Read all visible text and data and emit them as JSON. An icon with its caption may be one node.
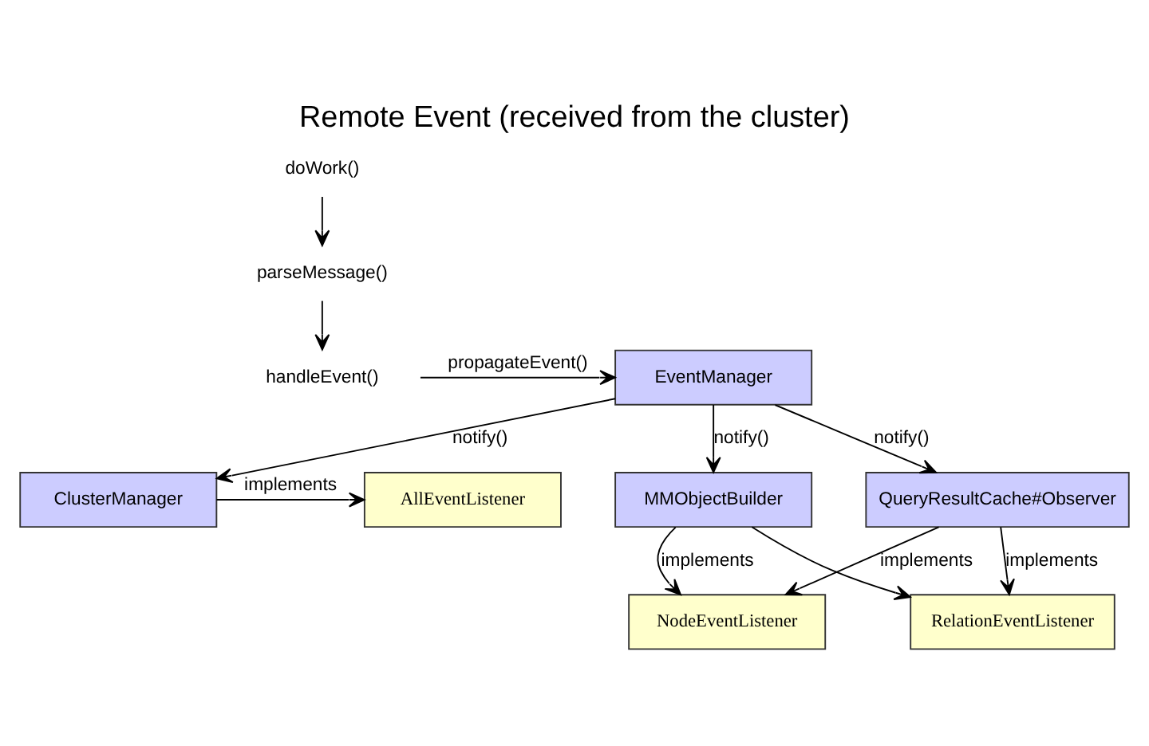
{
  "diagram": {
    "title": "Remote Event (received from the cluster)",
    "nodes": [
      {
        "text": [
          "ClusterManager"
        ]
      },
      {
        "text": [
          "AllEventListener"
        ]
      },
      {
        "text": [
          "doWork()"
        ]
      },
      {
        "text": [
          "parseMessage()"
        ]
      },
      {
        "text": [
          "handleEvent()"
        ]
      },
      {
        "text": [
          "EventManager"
        ]
      },
      {
        "text": [
          "MMObjectBuilder"
        ]
      },
      {
        "text": [
          "QueryResultCache#Observer"
        ]
      },
      {
        "text": [
          "NodeEventListener"
        ]
      },
      {
        "text": [
          "RelationEventListener"
        ]
      }
    ],
    "edges": [
      {
        "from": 0,
        "to": 1,
        "arrow": "to",
        "label": "implements"
      },
      {
        "from": 5,
        "to": 0,
        "arrow": "to",
        "label": "notify()"
      },
      {
        "from": 2,
        "to": 3,
        "arrow": "to"
      },
      {
        "from": 3,
        "to": 4,
        "arrow": "to"
      },
      {
        "from": 4,
        "to": 5,
        "arrow": "to",
        "label": "propagateEvent()"
      },
      {
        "from": 5,
        "to": 6,
        "arrow": "to",
        "label": "notify()"
      },
      {
        "from": 5,
        "to": 7,
        "arrow": "to",
        "label": "notify()"
      },
      {
        "from": 6,
        "to": 8,
        "arrow": "to",
        "label": "implements"
      },
      {
        "from": 6,
        "to": 9,
        "arrow": "to"
      },
      {
        "from": 7,
        "to": 8,
        "arrow": "to",
        "label": "implements"
      },
      {
        "from": 7,
        "to": 9,
        "arrow": "to",
        "label": "implements"
      }
    ]
  }
}
